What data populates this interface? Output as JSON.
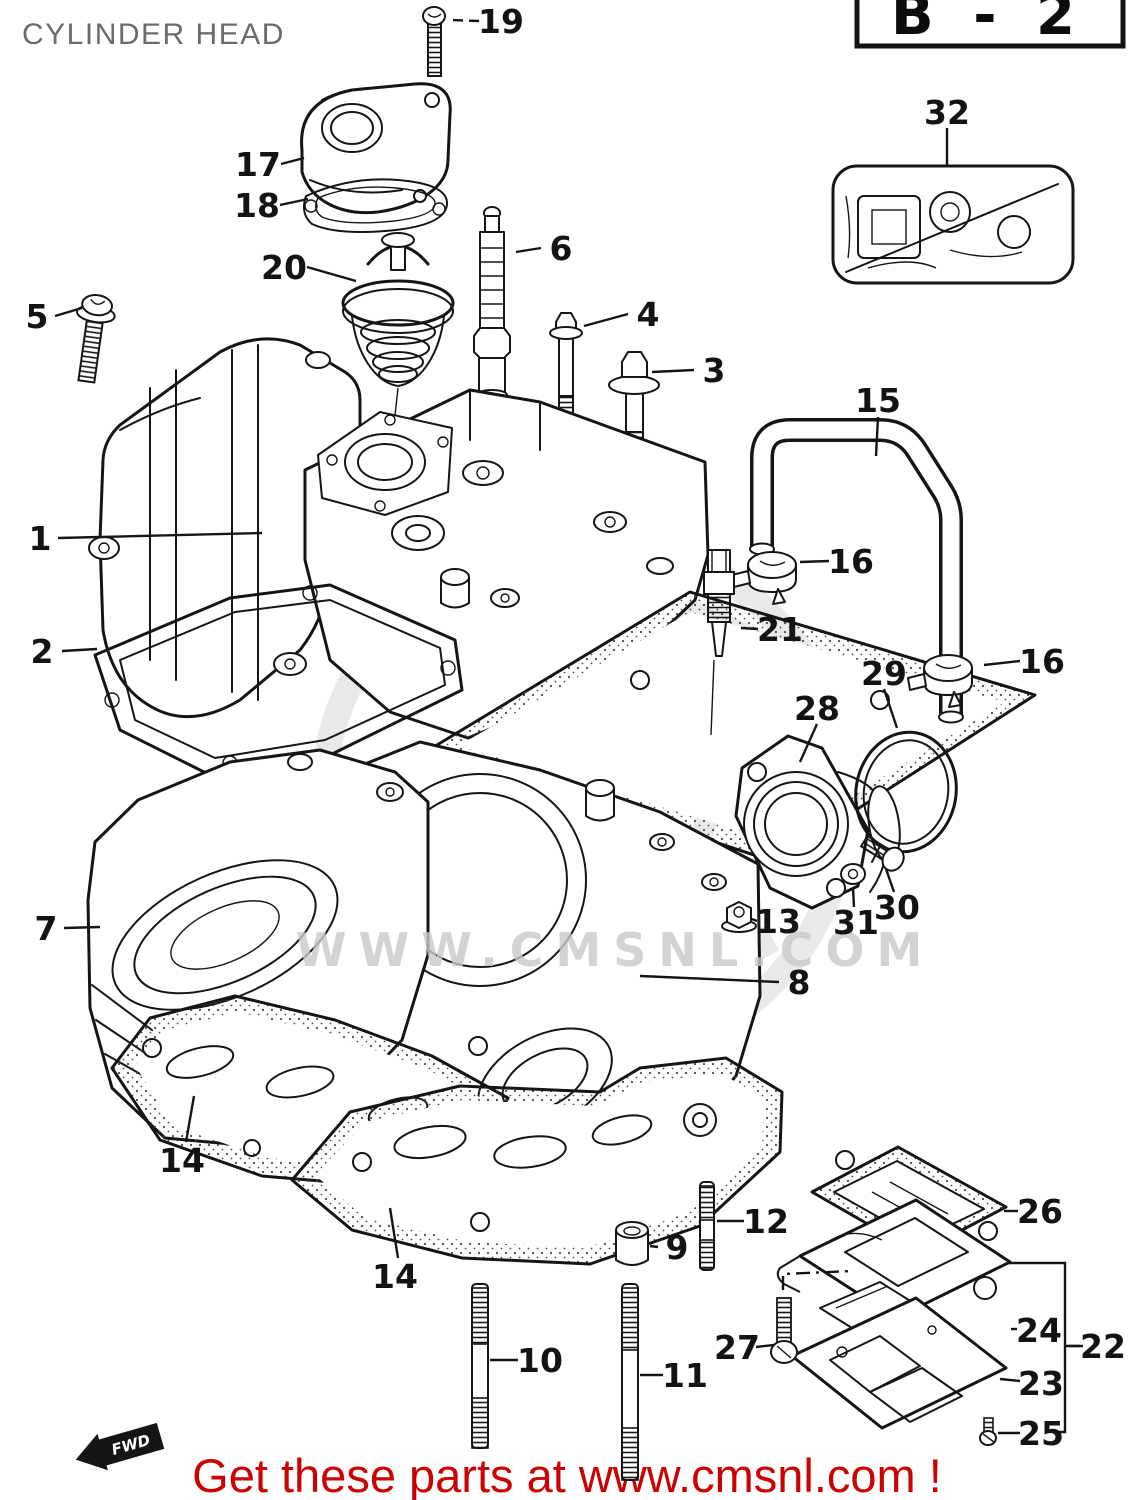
{
  "page": {
    "title": "CYLINDER HEAD",
    "section_code": "B - 2",
    "footer_text": "Get these parts at www.cmsnl.com !",
    "fwd_label": "FWD",
    "watermark": "WWW.CMSNL.COM"
  },
  "colors": {
    "line": "#151515",
    "title_gray": "#6b6b6b",
    "footer_red": "#cc0202",
    "watermark_gray": "#c9c9c9"
  },
  "callouts": [
    "1",
    "2",
    "3",
    "4",
    "5",
    "6",
    "7",
    "8",
    "9",
    "10",
    "11",
    "12",
    "13",
    "14",
    "14",
    "15",
    "16",
    "16",
    "17",
    "18",
    "19",
    "20",
    "21",
    "22",
    "23",
    "24",
    "25",
    "26",
    "27",
    "28",
    "29",
    "30",
    "31",
    "32"
  ]
}
